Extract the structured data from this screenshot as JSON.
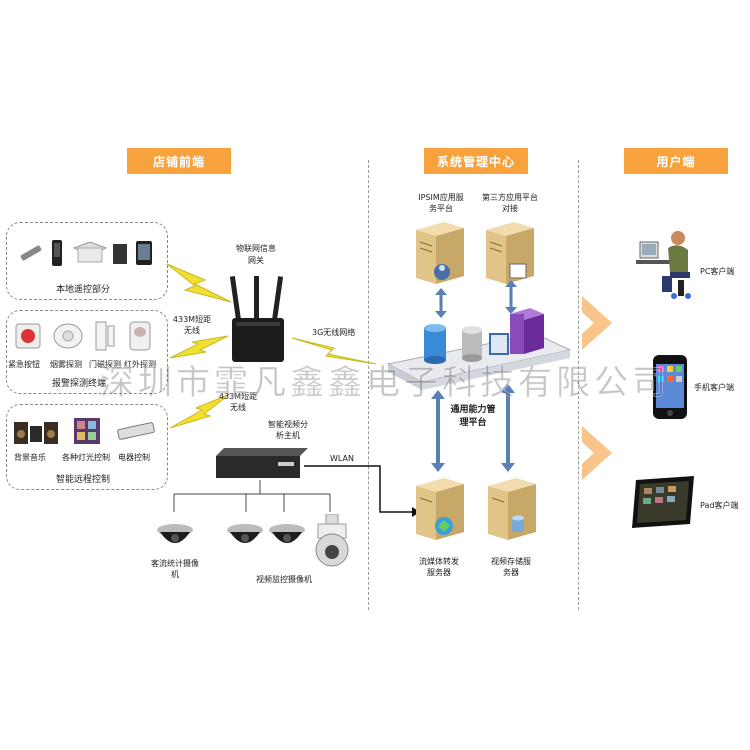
{
  "headers": {
    "store": "店铺前端",
    "system": "系统管理中心",
    "user": "用户端"
  },
  "store_groups": {
    "remote": "本地遥控部分",
    "alarm": "报警探测终端",
    "smart": "智能远程控制"
  },
  "alarm_items": [
    "紧急按钮",
    "烟雾探测",
    "门磁探测",
    "红外探测"
  ],
  "smart_items": [
    "背景音乐",
    "各种灯光控制",
    "电器控制"
  ],
  "gateway": "物联网信息网关",
  "link_433_top": "433M短距无线",
  "link_433_bottom": "433M短距无线",
  "link_3g": "3G无线网络",
  "analyzer": "智能视频分析主机",
  "wlan": "WLAN",
  "cameras": {
    "counter": "客流统计摄像机",
    "monitor": "视频监控摄像机"
  },
  "servers": {
    "ipsim": "IPSIM应用服务平台",
    "third": "第三方应用平台对接",
    "stream": "流媒体转发服务器",
    "storage": "视频存储服务器"
  },
  "platform": "通用能力管理平台",
  "clients": {
    "pc": "PC客户端",
    "phone": "手机客户端",
    "pad": "Pad客户端"
  },
  "watermark": "深圳市霏凡鑫鑫电子科技有限公司",
  "colors": {
    "header": "#f7a23c",
    "bolt": "#f2e030",
    "arrow": "#5a7fb5",
    "server": "#e8c888",
    "chevron": "#f7c48a"
  }
}
